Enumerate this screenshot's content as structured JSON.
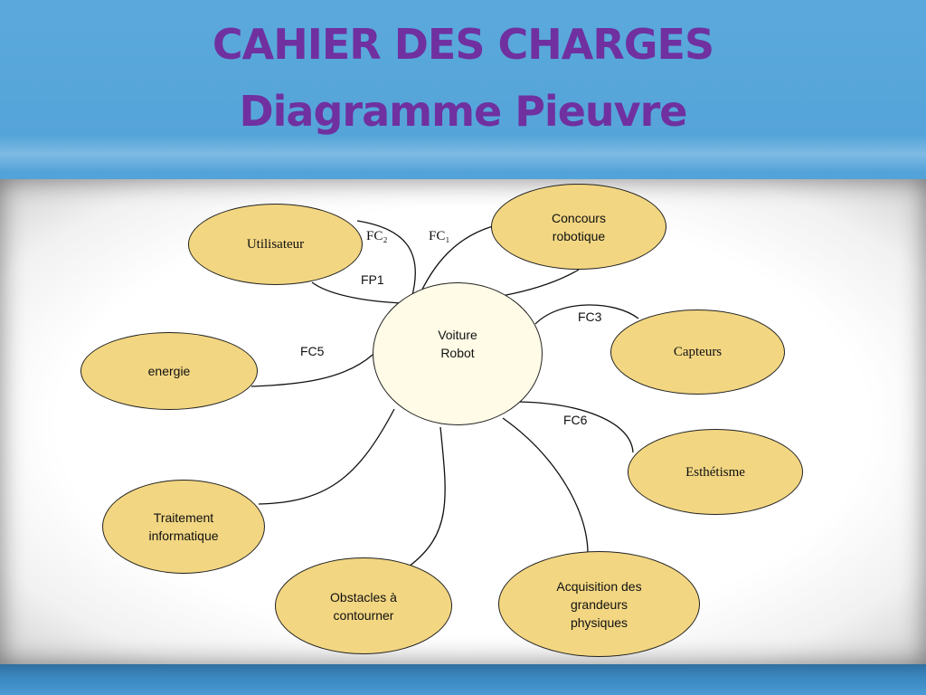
{
  "title": {
    "line1": "CAHIER DES CHARGES",
    "line2": "Diagramme Pieuvre"
  },
  "diagram": {
    "center": "Voiture\nRobot",
    "nodes": {
      "utilisateur": "Utilisateur",
      "concours": "Concours\nrobotique",
      "capteurs": "Capteurs",
      "esthetisme": "Esthétisme",
      "acquisition": "Acquisition des\ngrandeurs\nphysiques",
      "obstacles": "Obstacles à\ncontourner",
      "traitement": "Traitement\ninformatique",
      "energie": "energie"
    },
    "functions": {
      "fc2": "FC₂",
      "fc1": "FC₁",
      "fp1": "FP1",
      "fc3": "FC3",
      "fc5": "FC5",
      "fc6": "FC6"
    }
  }
}
